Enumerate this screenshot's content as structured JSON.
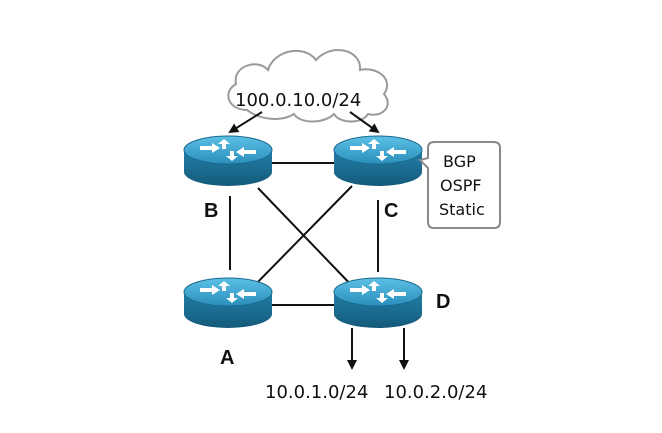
{
  "cloud": {
    "label": "100.0.10.0/24"
  },
  "routers": [
    {
      "id": "B",
      "label": "B"
    },
    {
      "id": "C",
      "label": "C"
    },
    {
      "id": "A",
      "label": "A"
    },
    {
      "id": "D",
      "label": "D"
    }
  ],
  "links": [
    [
      "B",
      "C"
    ],
    [
      "B",
      "A"
    ],
    [
      "C",
      "D"
    ],
    [
      "A",
      "D"
    ],
    [
      "B",
      "D"
    ],
    [
      "C",
      "A"
    ]
  ],
  "protocols": [
    "BGP",
    "OSPF",
    "Static"
  ],
  "networks": [
    "10.0.1.0/24",
    "10.0.2.0/24"
  ],
  "colors": {
    "router_top": "#3aa0c8",
    "router_side": "#1d6f95",
    "router_arrow": "#ffffff",
    "line": "#111111",
    "callout_border": "#8a8a8a"
  },
  "icons": {
    "router": "router-icon",
    "cloud": "cloud-icon"
  }
}
